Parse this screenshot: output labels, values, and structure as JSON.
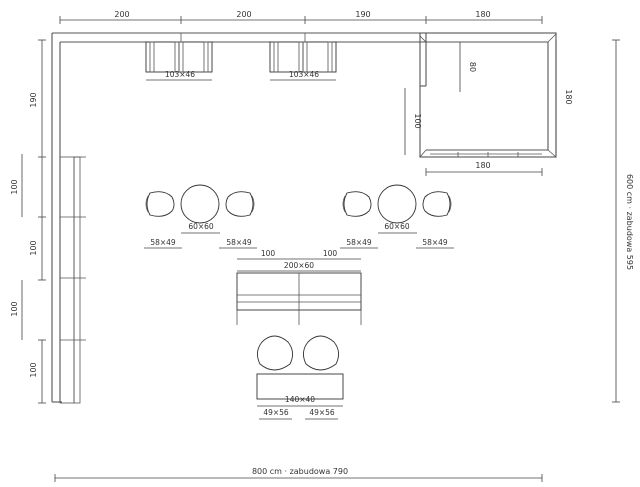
{
  "dimensions": {
    "top_segments": [
      "200",
      "200",
      "190",
      "180"
    ],
    "left_segments": [
      "190",
      "100",
      "100",
      "100",
      "100"
    ],
    "room_width_overall": "800 cm · zabudowa 790",
    "room_depth_overall": "600 cm · zabudowa 595",
    "enclosure_inner_depth": "80",
    "enclosure_left_height": "100",
    "enclosure_right_height": "180",
    "enclosure_bottom_width": "180"
  },
  "furniture": {
    "workstation_a": "103×46",
    "workstation_b": "103×46",
    "table_left": "60×60",
    "table_right": "60×60",
    "chair_left_1": "58×49",
    "chair_left_2": "58×49",
    "chair_right_1": "58×49",
    "chair_right_2": "58×49",
    "sofa_offset_left": "100",
    "sofa_offset_right": "100",
    "sofa": "200×60",
    "coffee_table": "140×40",
    "armchair_1": "49×56",
    "armchair_2": "49×56"
  }
}
